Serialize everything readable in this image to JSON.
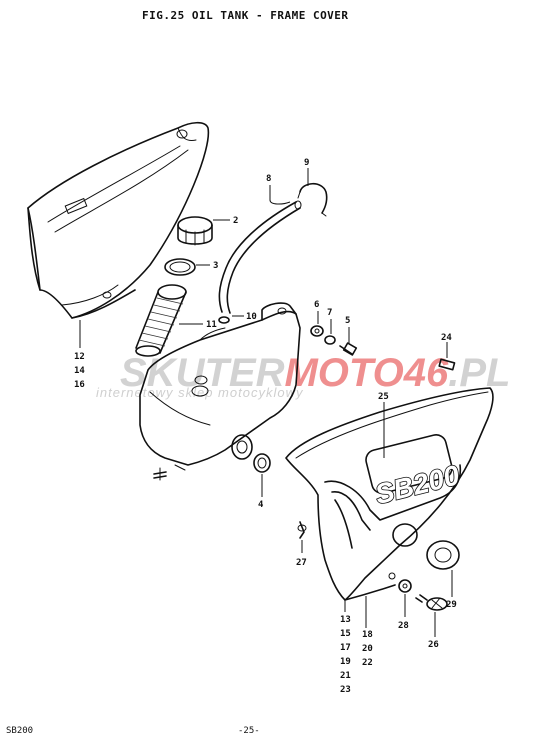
{
  "figure": {
    "title": "FIG.25  OIL TANK - FRAME COVER",
    "model": "SB200",
    "page": "-25-"
  },
  "watermark": {
    "text_a": "SKUTER",
    "text_b": "MOTO",
    "text_c": "46",
    "text_d": ".PL",
    "subtitle": "internetowy sklep motocyklowy",
    "colors": {
      "gray": "#a6a6a6",
      "red": "#e02020"
    }
  },
  "emblem": {
    "text": "SB200"
  },
  "callouts": {
    "p2": "2",
    "p3": "3",
    "p4": "4",
    "p5": "5",
    "p6": "6",
    "p7": "7",
    "p8": "8",
    "p9": "9",
    "p10": "10",
    "p11": "11",
    "p24": "24",
    "p25": "25",
    "p26": "26",
    "p27": "27",
    "p28": "28",
    "p29": "29",
    "left_stack": [
      "12",
      "14",
      "16"
    ],
    "right_stack_a": [
      "13",
      "15",
      "17",
      "19",
      "21",
      "23"
    ],
    "right_stack_b": [
      "18",
      "20",
      "22"
    ]
  }
}
